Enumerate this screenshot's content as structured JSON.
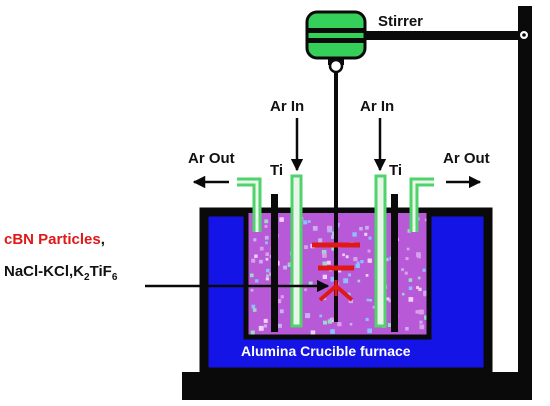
{
  "labels": {
    "stirrer": "Stirrer",
    "ar_in": "Ar In",
    "ar_out": "Ar Out",
    "ti": "Ti",
    "cbn_particles": "cBN Particles",
    "cbn_comma": ",",
    "melt_salt": "NaCl-KCl,K",
    "melt_sub2": "2",
    "melt_tif": "TiF",
    "melt_sub6": "6",
    "furnace": "Alumina Crucible furnace"
  },
  "colors": {
    "furnace_blue": "#1414e6",
    "melt_magenta": "#b85ad8",
    "stirrer_green": "#34d05a",
    "tube_green": "#4fd36a",
    "frame_black": "#0a0a0a",
    "accent_red": "#e01818"
  },
  "icons": {
    "stirrer_motor": "stirrer-motor-icon",
    "particles": "particle-dots"
  }
}
